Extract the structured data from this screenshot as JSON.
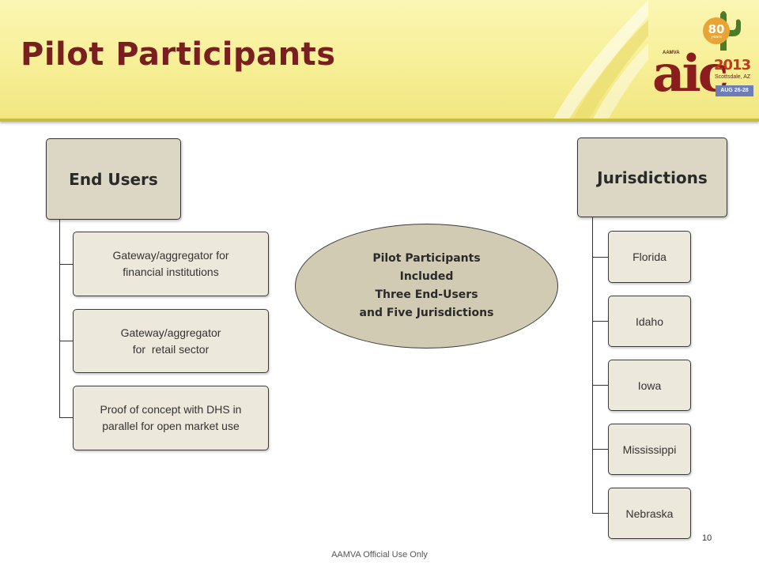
{
  "slide": {
    "title": "Pilot Participants",
    "footer": "AAMVA Official Use Only",
    "page_number": "10"
  },
  "logo": {
    "name": "aic",
    "year": "2013",
    "location": "Scottsdale, AZ",
    "dates": "AUG 26-28",
    "anniversary": "80",
    "anniversary_suffix": "years",
    "org": "AAMVA"
  },
  "end_users": {
    "heading": "End Users",
    "items": [
      {
        "line1": "Gateway/aggregator for",
        "line2": "financial institutions"
      },
      {
        "line1": "Gateway/aggregator",
        "line2": "for  retail sector"
      },
      {
        "line1": "Proof of concept with DHS in",
        "line2": "parallel for open market use"
      }
    ]
  },
  "summary": {
    "lines": [
      "Pilot Participants",
      "Included",
      "Three End-Users",
      "and Five Jurisdictions"
    ]
  },
  "jurisdictions": {
    "heading": "Jurisdictions",
    "items": [
      "Florida",
      "Idaho",
      "Iowa",
      "Mississippi",
      "Nebraska"
    ]
  },
  "colors": {
    "banner": "#f7ef96",
    "title": "#7a1f1f",
    "box_fill": "#ede8dc",
    "header_fill": "#dcd6c4",
    "ellipse_fill": "#d2cbb4"
  }
}
